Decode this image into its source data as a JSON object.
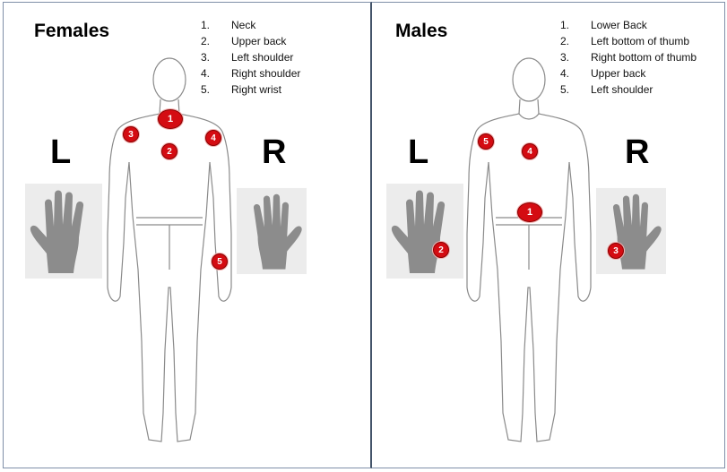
{
  "females": {
    "title": "Females",
    "left_label": "L",
    "right_label": "R",
    "legend": [
      {
        "num": "1.",
        "text": "Neck"
      },
      {
        "num": "2.",
        "text": "Upper back"
      },
      {
        "num": "3.",
        "text": "Left shoulder"
      },
      {
        "num": "4.",
        "text": "Right shoulder"
      },
      {
        "num": "5.",
        "text": "Right wrist"
      }
    ],
    "markers": [
      "1",
      "2",
      "3",
      "4",
      "5"
    ]
  },
  "males": {
    "title": "Males",
    "left_label": "L",
    "right_label": "R",
    "legend": [
      {
        "num": "1.",
        "text": "Lower Back"
      },
      {
        "num": "2.",
        "text": "Left bottom of thumb"
      },
      {
        "num": "3.",
        "text": "Right bottom of thumb"
      },
      {
        "num": "4.",
        "text": "Upper back"
      },
      {
        "num": "5.",
        "text": "Left shoulder"
      }
    ],
    "markers": [
      "1",
      "2",
      "3",
      "4",
      "5"
    ]
  },
  "colors": {
    "marker_fill": "#d40c12",
    "hand_fill": "#8c8c8c",
    "hand_background": "#ececec",
    "divider": "#44546a"
  }
}
